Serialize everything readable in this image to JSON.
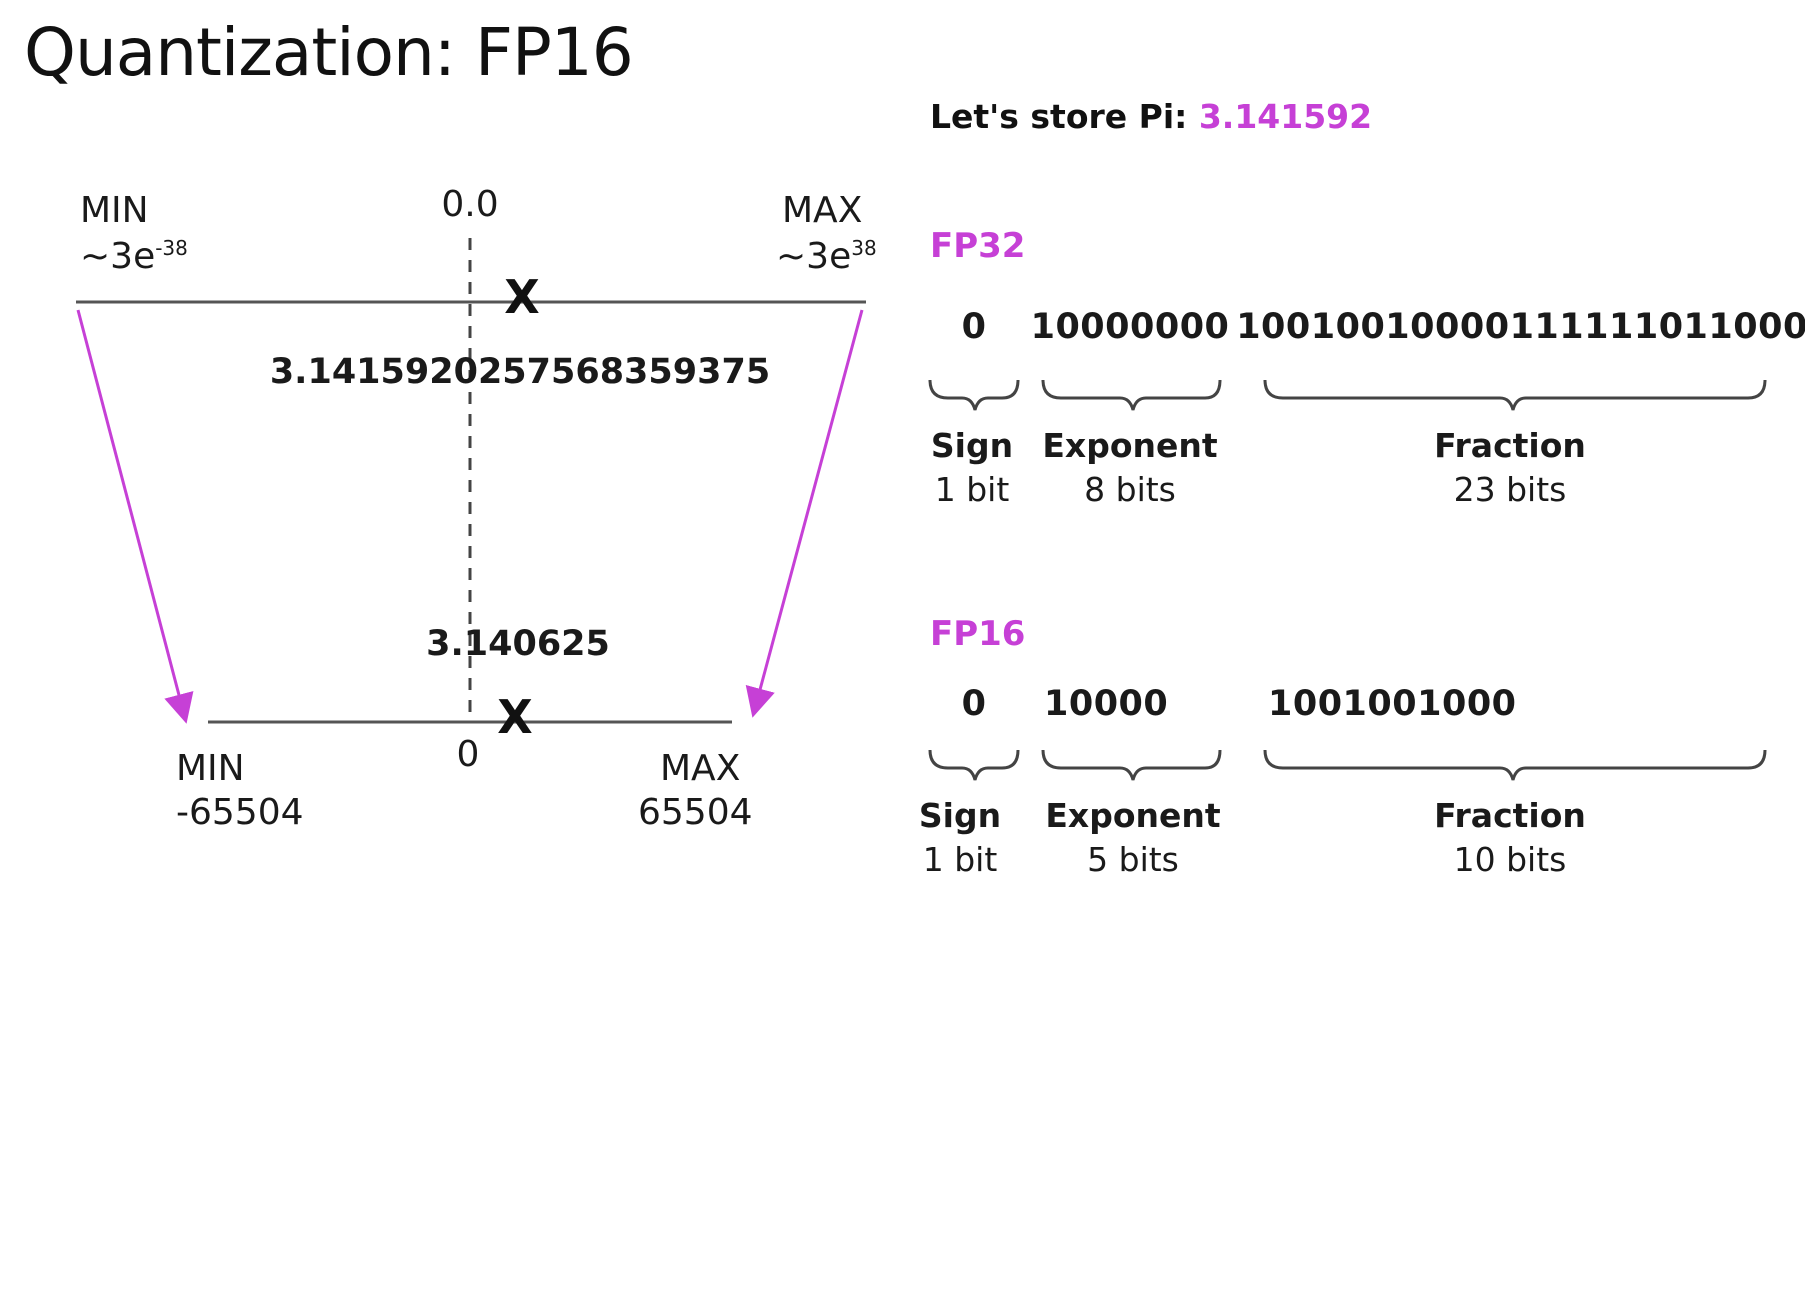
{
  "title": "Quantization: FP16",
  "store": {
    "prefix": "Let's store Pi: ",
    "value": "3.141592"
  },
  "fp32_range": {
    "min_label": "MIN",
    "min_value": "~3e",
    "min_exp": "-38",
    "max_label": "MAX",
    "max_value": "~3e",
    "max_exp": "38",
    "zero_label": "0.0",
    "marker": "X",
    "stored_value": "3.1415920257568359375"
  },
  "fp16_range": {
    "min_label": "MIN",
    "min_value": "-65504",
    "max_label": "MAX",
    "max_value": "65504",
    "zero_label": "0",
    "marker": "X",
    "stored_value": "3.140625"
  },
  "formats": [
    {
      "name": "FP32",
      "sign_bits": "0",
      "exponent_bits": "10000000",
      "fraction_bits": "10010010000111111011000",
      "sign_label": "Sign",
      "sign_count": "1 bit",
      "exponent_label": "Exponent",
      "exponent_count": "8 bits",
      "fraction_label": "Fraction",
      "fraction_count": "23 bits"
    },
    {
      "name": "FP16",
      "sign_bits": "0",
      "exponent_bits": "10000",
      "fraction_bits": "1001001000",
      "sign_label": "Sign",
      "sign_count": "1 bit",
      "exponent_label": "Exponent",
      "exponent_count": "5 bits",
      "fraction_label": "Fraction",
      "fraction_count": "10 bits"
    }
  ],
  "colors": {
    "accent": "#c640d6",
    "line": "#555555",
    "text": "#1a1a1a"
  }
}
